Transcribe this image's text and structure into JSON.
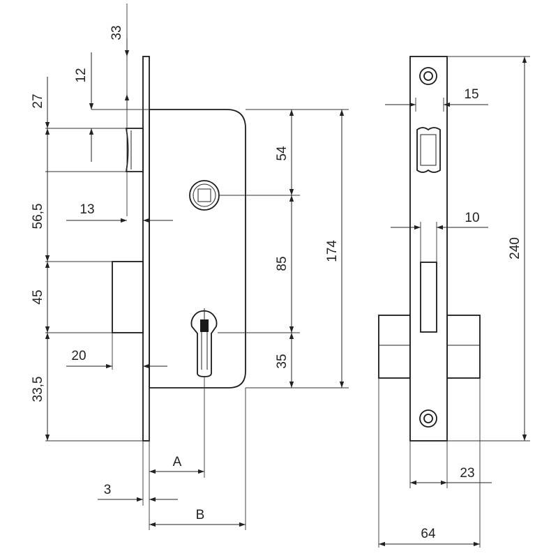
{
  "dimensions": {
    "front": {
      "top_offset": "33",
      "latch_offset": "12",
      "latch_top": "27",
      "latch_to_bolt": "56,5",
      "latch_projection": "13",
      "bolt_height": "45",
      "bolt_projection": "20",
      "bottom": "33,5",
      "handle_to_cylinder": "85",
      "top_to_handle": "54",
      "cylinder_to_bottom": "35",
      "case_height": "174",
      "faceplate_thickness": "3",
      "backset_a": "A",
      "backset_b": "B"
    },
    "side": {
      "latch_width": "15",
      "bolt_width": "10",
      "faceplate_height": "240",
      "faceplate_width": "23",
      "case_depth": "64"
    }
  }
}
